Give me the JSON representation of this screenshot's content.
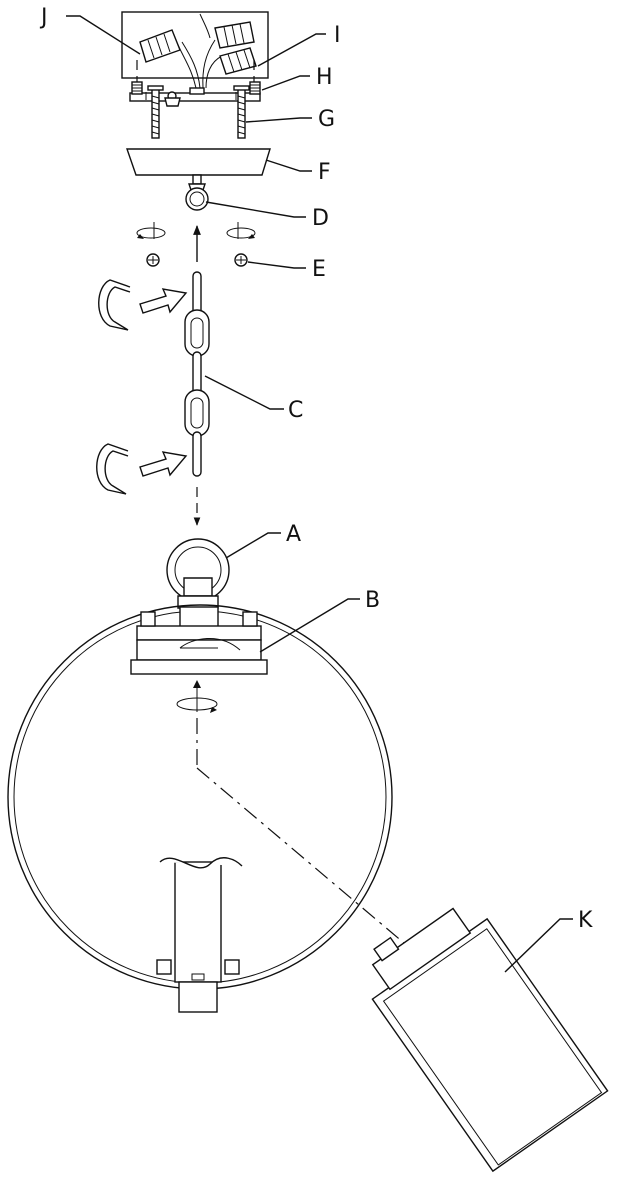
{
  "labels": {
    "A": "A",
    "B": "B",
    "C": "C",
    "D": "D",
    "E": "E",
    "F": "F",
    "G": "G",
    "H": "H",
    "I": "I",
    "J": "J",
    "K": "K"
  },
  "colors": {
    "ink": "#111111",
    "paper": "#ffffff"
  }
}
